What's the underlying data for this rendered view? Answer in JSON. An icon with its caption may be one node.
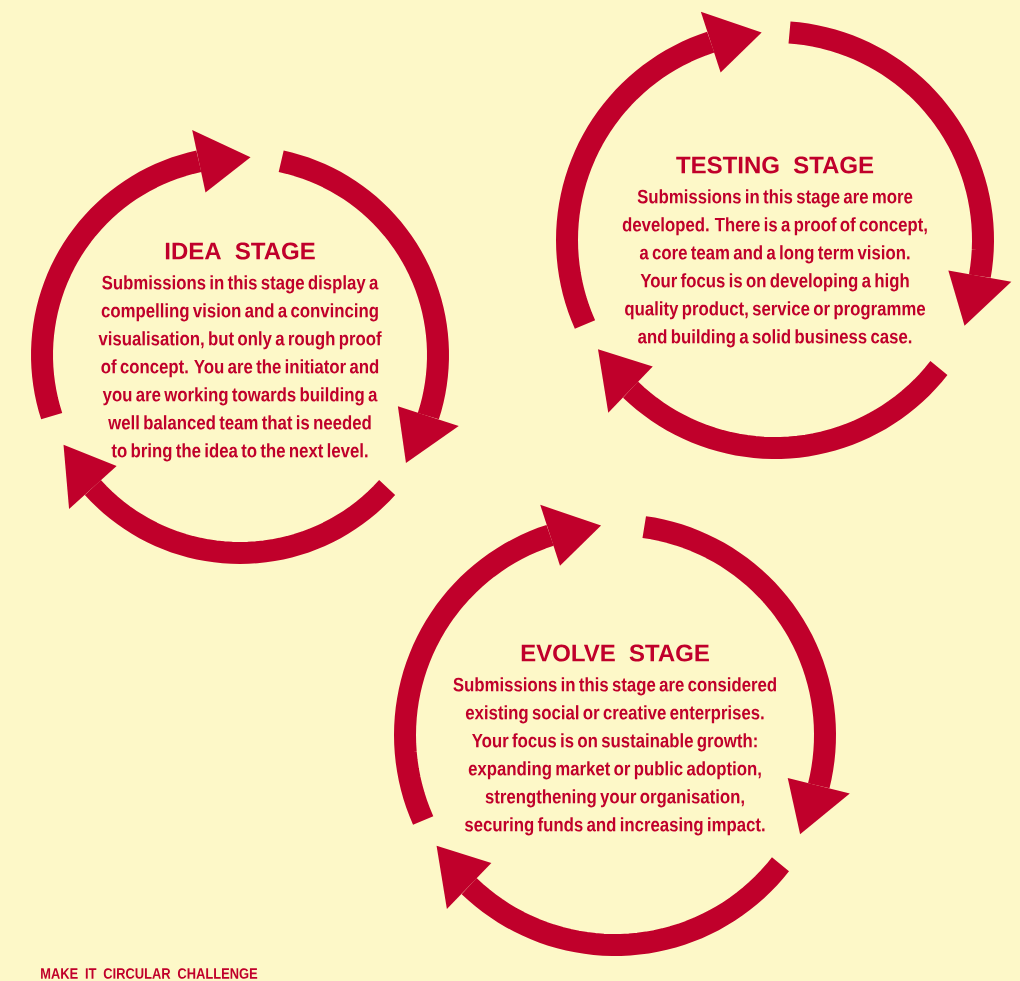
{
  "diagram": {
    "nodes": [
      {
        "text": [
          "IDEA STAGE",
          "Submissions in this stage display a compelling vision and a convincing visualisation, but only a rough proof of concept. You are the initiator and you are working towards building a well balanced team that is needed to bring the idea to the next level."
        ]
      },
      {
        "text": [
          "TESTING STAGE",
          "Submissions in this stage are more developed. There is a proof of concept, a core team and a long term vision. Your focus is on developing a high quality product, service or programme and building a solid business case."
        ]
      },
      {
        "text": [
          "EVOLVE STAGE",
          "Submissions in this stage are considered existing social or creative enterprises. Your focus is on sustainable growth: expanding market or public adoption, strengthening your organisation, securing funds and increasing impact."
        ]
      }
    ],
    "labels": [
      "MAKE IT CIRCULAR CHALLENGE"
    ]
  }
}
